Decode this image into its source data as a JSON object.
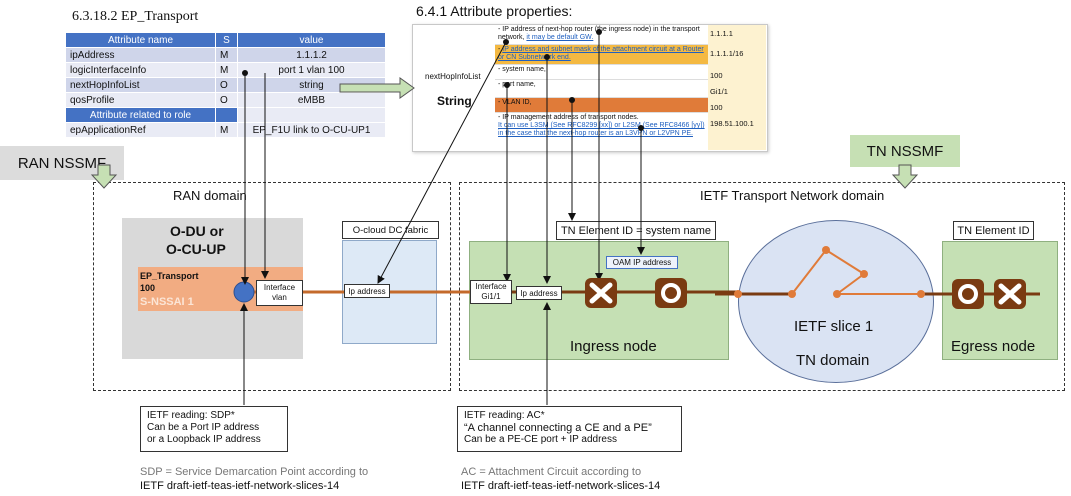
{
  "transport_title": "6.3.18.2  EP_Transport",
  "table": {
    "headers": [
      "Attribute name",
      "S",
      "value"
    ],
    "rows": [
      {
        "name": "ipAddress",
        "s": "M",
        "value": "1.1.1.2"
      },
      {
        "name": "logicInterfaceInfo",
        "s": "M",
        "value": "port 1 vlan 100"
      },
      {
        "name": "nextHopInfoList",
        "s": "O",
        "value": "string"
      },
      {
        "name": "qosProfile",
        "s": "O",
        "value": "eMBB"
      }
    ],
    "role_row": "Attribute related to role",
    "last_row": {
      "name": "epApplicationRef",
      "s": "M",
      "value": "EP_F1U link to O-CU-UP1"
    }
  },
  "props_title": "6.4.1    Attribute properties:",
  "props": {
    "label_top": "nextHopInfoList",
    "label_type": "String",
    "rows": [
      {
        "text": "- IP address of next-hop router (the ingress node) in the transport network, ",
        "link": "it may be default GW.",
        "value": "1.1.1.1",
        "hl": "none"
      },
      {
        "text": "- ",
        "link": "IP address and subnet mask of the attachment circuit at a Router or CN Subnetwork end.",
        "value": "1.1.1.1/16",
        "hl": "yellow"
      },
      {
        "text": "- system name,",
        "link": "",
        "value": "100",
        "hl": "none"
      },
      {
        "text": "- port name,",
        "link": "",
        "value": "Gi1/1",
        "hl": "none"
      },
      {
        "text": "- VLAN ID,",
        "link": "",
        "value": "100",
        "hl": "orange"
      },
      {
        "text": "- IP management address of transport nodes.",
        "link": "It can use L3SM (See RFC8299 [xx]) or L2SM (See RFC8466 [yy]) in the case that the next-hop router is an L3VPN or L2VPN PE.",
        "value": "198.51.100.1",
        "hl": "none"
      }
    ]
  },
  "ran_nssmf": "RAN NSSMF",
  "tn_nssmf": "TN NSSMF",
  "ran_domain": "RAN domain",
  "ietf_domain": "IETF Transport Network domain",
  "odu": {
    "line1": "O-DU or",
    "line2": "O-CU-UP",
    "ep1": "EP_Transport",
    "ep2": "100",
    "nssai": "S-NSSAI 1"
  },
  "interface_vlan": {
    "l1": "Interface",
    "l2": "vlan"
  },
  "ocloud": {
    "title": "O-cloud DC fabric",
    "ip": "Ip address"
  },
  "ingress": {
    "tn_id": "TN Element ID = system name",
    "oam": "OAM IP address",
    "iface1": "Interface",
    "iface2": "Gi1/1",
    "ip": "Ip address",
    "label": "Ingress node"
  },
  "slice": {
    "name": "IETF slice 1",
    "domain": "TN domain"
  },
  "egress": {
    "tn_id": "TN Element ID",
    "label": "Egress node"
  },
  "sdp_callout": {
    "l1": "IETF reading: SDP*",
    "l2": "Can be a Port IP address",
    "l3": "or a Loopback IP address"
  },
  "ac_callout": {
    "l1": "IETF reading: AC*",
    "l2": "“A channel connecting a CE and a PE”",
    "l3": "Can be a PE-CE port + IP address"
  },
  "sdp_note": {
    "l1": "SDP = Service Demarcation Point according to",
    "l2": "IETF draft-ietf-teas-ietf-network-slices-14"
  },
  "ac_note": {
    "l1": "AC = Attachment Circuit according to",
    "l2": "IETF draft-ietf-teas-ietf-network-slices-14"
  },
  "colors": {
    "table_header": "#4472c4",
    "orange": "#e07b39",
    "link_brown": "#7a3b12",
    "ingress_green": "#c5e0b4",
    "ocloud_blue": "#dde9f6",
    "slice_blue": "#dae3f3",
    "marker_blue": "#4472c4"
  },
  "icons": [
    "router-x-icon",
    "router-o-icon",
    "blue-dot-icon",
    "down-arrow-icon"
  ]
}
